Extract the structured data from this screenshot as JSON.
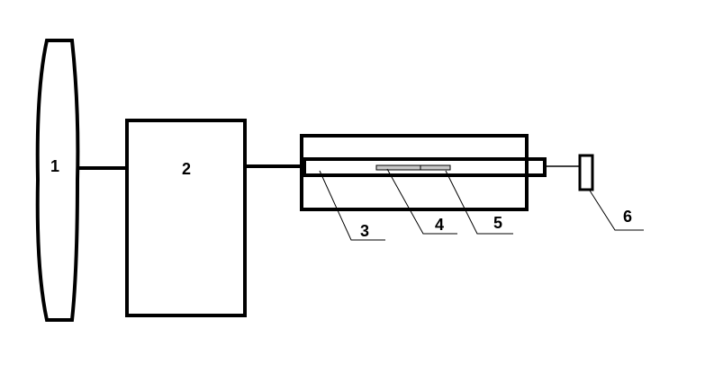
{
  "labels": {
    "wheel": "1",
    "block": "2",
    "rod": "3",
    "inner_strip": "4",
    "strip_end": "5",
    "end_block": "6"
  },
  "colors": {
    "stroke": "#000000",
    "strip_fill": "#c8c8c8",
    "background": "#ffffff"
  }
}
